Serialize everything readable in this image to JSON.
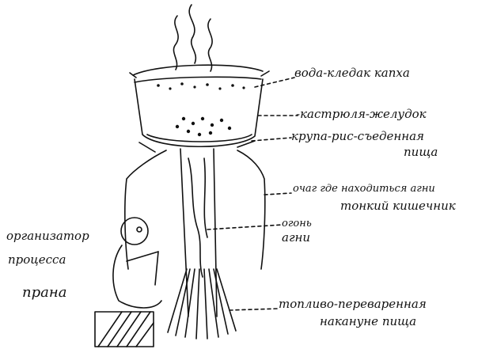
{
  "labels": {
    "water": "вода-кледак капха",
    "pot": "-кастрюля-желудок",
    "cereal_1": "крупа-рис-съеденная",
    "cereal_2": "пища",
    "hearth_1": "очаг где находиться агни",
    "hearth_2": "тонкий кишечник",
    "fire_1": "огонь",
    "fire_2": "агни",
    "organizer_1": "организатор",
    "organizer_2": "процесса",
    "organizer_3": "прана",
    "fuel_1": "топливо-переваренная",
    "fuel_2": "накануне пища"
  },
  "colors": {
    "ink": "#111111",
    "paper": "#ffffff"
  }
}
